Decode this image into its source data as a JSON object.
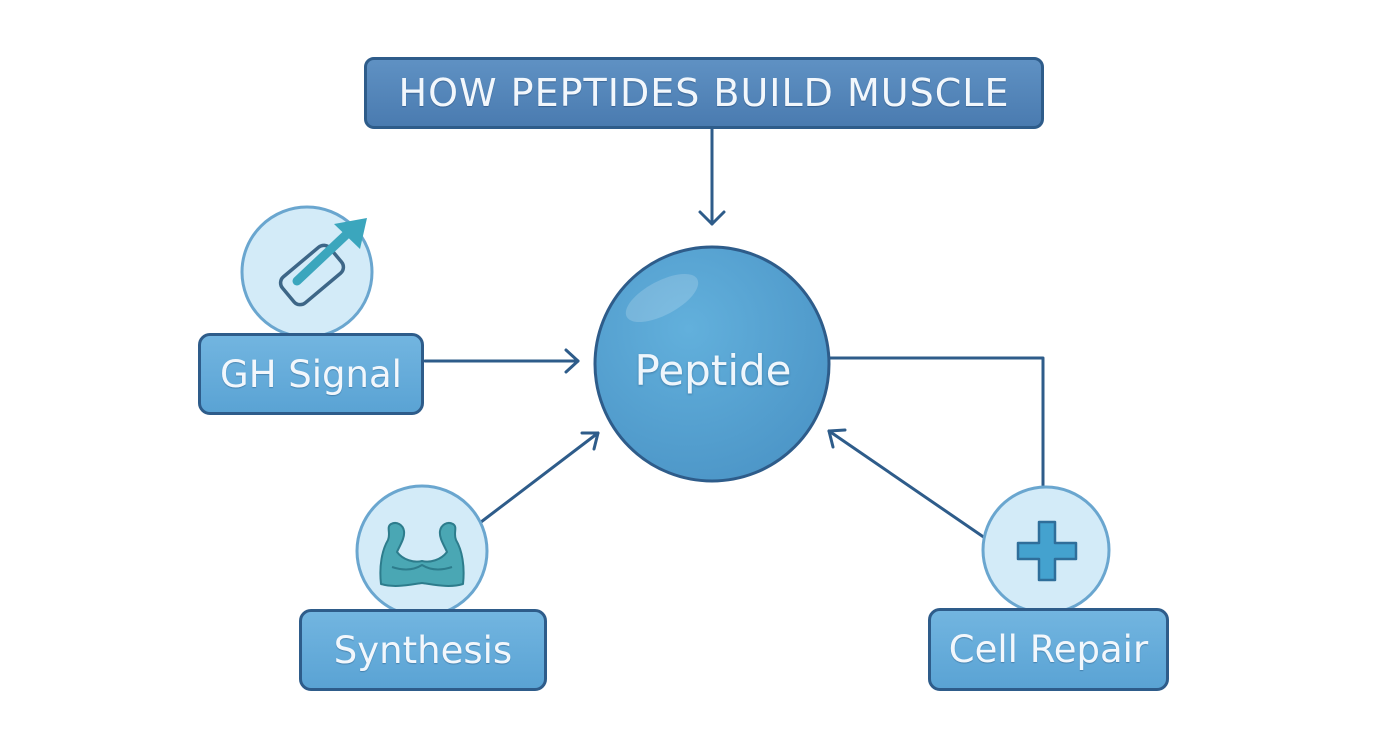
{
  "title": "HOW PEPTIDES BUILD MUSCLE",
  "center_node": {
    "label": "Peptide"
  },
  "nodes": [
    {
      "label": "GH Signal",
      "icon": "growth-arrow-icon"
    },
    {
      "label": "Synthesis",
      "icon": "flexed-muscle-icon"
    },
    {
      "label": "Cell Repair",
      "icon": "plus-cross-icon"
    }
  ],
  "colors": {
    "stroke": "#2e5c8a",
    "title_fill": "#4f80b5",
    "label_fill": "#63abd9",
    "center_fill": "#529fcf",
    "icon_circle_fill": "#d3ebf8",
    "icon_circle_stroke": "#6aa6cf",
    "icon_teal": "#3ba6bd"
  }
}
